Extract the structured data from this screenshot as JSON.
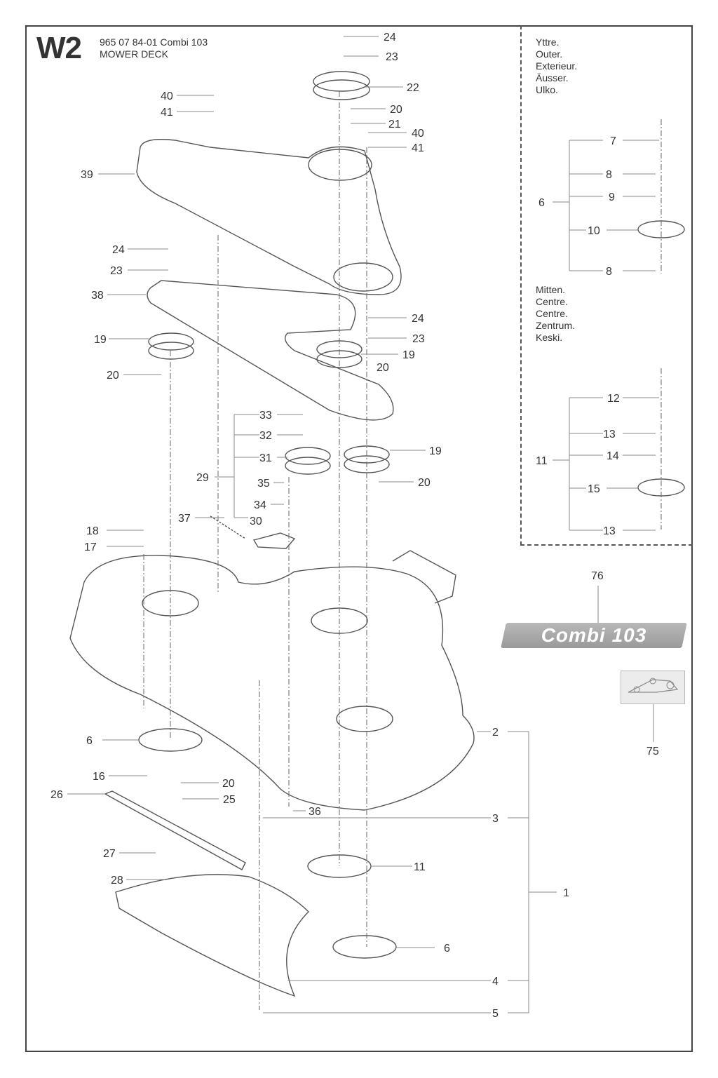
{
  "header": {
    "section_code": "W2",
    "part_line": "965 07 84-01 Combi 103",
    "assembly_name": "MOWER DECK"
  },
  "spindle_variants": {
    "outer_labels": [
      "Yttre.",
      "Outer.",
      "Exterieur.",
      "Äusser.",
      "Ulko."
    ],
    "center_labels": [
      "Mitten.",
      "Centre.",
      "Centre.",
      "Zentrum.",
      "Keski."
    ]
  },
  "brand_decal": {
    "text": "Combi 103"
  },
  "callouts": [
    {
      "id": "c24a",
      "text": "24"
    },
    {
      "id": "c23a",
      "text": "23"
    },
    {
      "id": "c22",
      "text": "22"
    },
    {
      "id": "c20a",
      "text": "20"
    },
    {
      "id": "c21",
      "text": "21"
    },
    {
      "id": "c40a",
      "text": "40"
    },
    {
      "id": "c41a",
      "text": "41"
    },
    {
      "id": "c40b",
      "text": "40"
    },
    {
      "id": "c41b",
      "text": "41"
    },
    {
      "id": "c39",
      "text": "39"
    },
    {
      "id": "c24b",
      "text": "24"
    },
    {
      "id": "c23b",
      "text": "23"
    },
    {
      "id": "c38",
      "text": "38"
    },
    {
      "id": "c19a",
      "text": "19"
    },
    {
      "id": "c20b",
      "text": "20"
    },
    {
      "id": "c24c",
      "text": "24"
    },
    {
      "id": "c23c",
      "text": "23"
    },
    {
      "id": "c19b",
      "text": "19"
    },
    {
      "id": "c20c",
      "text": "20"
    },
    {
      "id": "c33",
      "text": "33"
    },
    {
      "id": "c32",
      "text": "32"
    },
    {
      "id": "c31",
      "text": "31"
    },
    {
      "id": "c29",
      "text": "29"
    },
    {
      "id": "c19c",
      "text": "19"
    },
    {
      "id": "c20d",
      "text": "20"
    },
    {
      "id": "c35",
      "text": "35"
    },
    {
      "id": "c34",
      "text": "34"
    },
    {
      "id": "c37",
      "text": "37"
    },
    {
      "id": "c30",
      "text": "30"
    },
    {
      "id": "c18",
      "text": "18"
    },
    {
      "id": "c17",
      "text": "17"
    },
    {
      "id": "c7",
      "text": "7"
    },
    {
      "id": "c8a",
      "text": "8"
    },
    {
      "id": "c6a",
      "text": "6"
    },
    {
      "id": "c9",
      "text": "9"
    },
    {
      "id": "c10",
      "text": "10"
    },
    {
      "id": "c8b",
      "text": "8"
    },
    {
      "id": "c12",
      "text": "12"
    },
    {
      "id": "c13a",
      "text": "13"
    },
    {
      "id": "c11a",
      "text": "11"
    },
    {
      "id": "c14",
      "text": "14"
    },
    {
      "id": "c15",
      "text": "15"
    },
    {
      "id": "c13b",
      "text": "13"
    },
    {
      "id": "c76",
      "text": "76"
    },
    {
      "id": "c75",
      "text": "75"
    },
    {
      "id": "c2",
      "text": "2"
    },
    {
      "id": "c6b",
      "text": "6"
    },
    {
      "id": "c16",
      "text": "16"
    },
    {
      "id": "c20e",
      "text": "20"
    },
    {
      "id": "c26",
      "text": "26"
    },
    {
      "id": "c25",
      "text": "25"
    },
    {
      "id": "c36",
      "text": "36"
    },
    {
      "id": "c3",
      "text": "3"
    },
    {
      "id": "c1",
      "text": "1"
    },
    {
      "id": "c27",
      "text": "27"
    },
    {
      "id": "c11b",
      "text": "11"
    },
    {
      "id": "c28",
      "text": "28"
    },
    {
      "id": "c6c",
      "text": "6"
    },
    {
      "id": "c4",
      "text": "4"
    },
    {
      "id": "c5",
      "text": "5"
    }
  ]
}
